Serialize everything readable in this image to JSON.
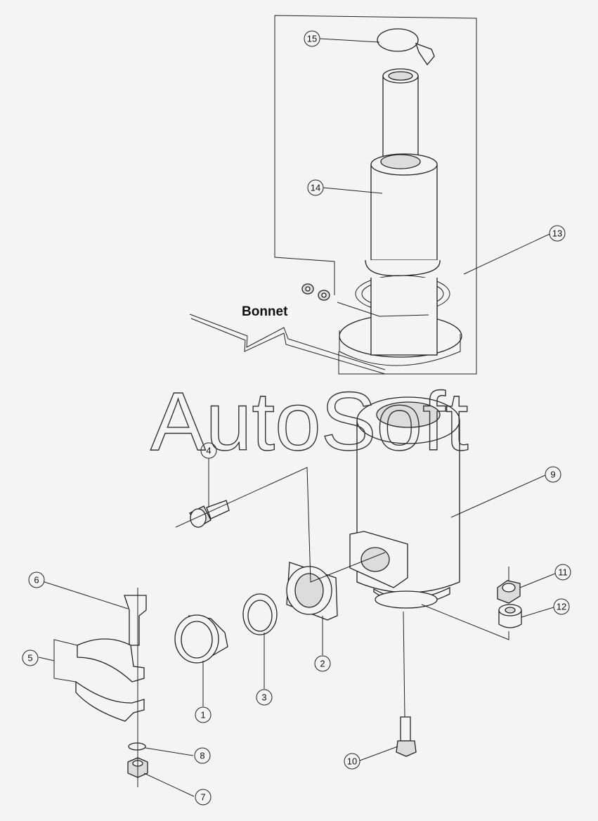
{
  "labels": {
    "bonnet": "Bonnet",
    "watermark": "AutoSoft"
  },
  "callouts": [
    "1",
    "2",
    "3",
    "4",
    "5",
    "6",
    "7",
    "8",
    "9",
    "10",
    "11",
    "12",
    "13",
    "14",
    "15"
  ]
}
